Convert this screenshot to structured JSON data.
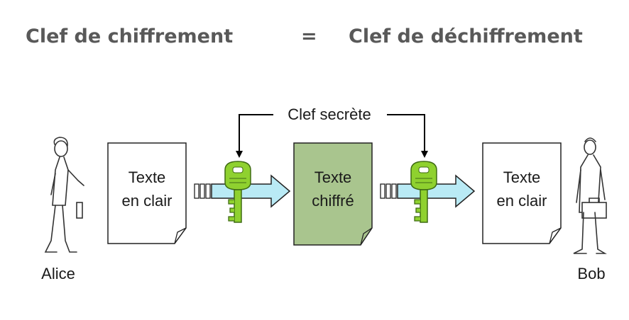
{
  "title": {
    "left": "Clef de chiffrement",
    "equals": "=",
    "right": "Clef de déchiffrement"
  },
  "diagram": {
    "key_label": "Clef secrète",
    "sender": "Alice",
    "receiver": "Bob",
    "doc_plain_left": {
      "line1": "Texte",
      "line2": "en clair"
    },
    "doc_cipher": {
      "line1": "Texte",
      "line2": "chiffré"
    },
    "doc_plain_right": {
      "line1": "Texte",
      "line2": "en clair"
    }
  },
  "colors": {
    "title": "#595959",
    "cipher_fill": "#a9c58e",
    "key": "#8fd12f",
    "arrow": "#b9eaf5"
  }
}
